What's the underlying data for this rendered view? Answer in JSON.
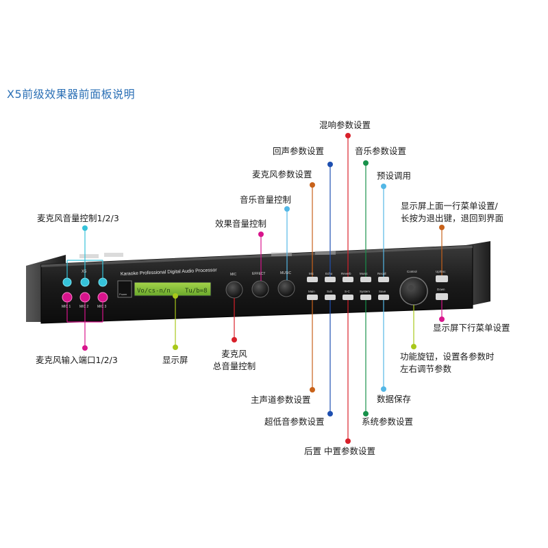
{
  "title": "X5前级效果器前面板说明",
  "colors": {
    "cyan": "#35c2d9",
    "magenta": "#d8148c",
    "blue": "#1e4fb0",
    "red": "#d8202a",
    "green": "#17914a",
    "lightblue": "#53b7e6",
    "orange": "#c8621a",
    "lime": "#a8c81a"
  },
  "device": {
    "model": "X5",
    "header": "Karaoke Professional Digital Audio Processor",
    "power_label": "Power",
    "lcd_left": "Vo/cs-n/n",
    "lcd_right": "Tu/b=8",
    "mic_labels": [
      "MIC 1",
      "MIC 2",
      "MIC 3"
    ],
    "knob_labels": [
      "MIC",
      "EFFECT",
      "MUSIC"
    ],
    "buttons_top": [
      "Mic",
      "Echo",
      "Reverb",
      "Music",
      "Recall"
    ],
    "buttons_bottom": [
      "Main",
      "Sub",
      "S-C",
      "System",
      "Save"
    ],
    "control_label": "Control",
    "up_esc": "Up/Esc",
    "down": "Down"
  },
  "callouts": {
    "reverb": "混响参数设置",
    "echo": "回声参数设置",
    "music_param": "音乐参数设置",
    "mic_param": "麦克风参数设置",
    "preset": "预设调用",
    "music_volume": "音乐音量控制",
    "effect_volume": "效果音量控制",
    "up_menu_line1": "显示屏上面一行菜单设置/",
    "up_menu_line2": "长按为退出键，退回到界面",
    "mic_volume": "麦克风音量控制1/2/3",
    "down_menu": "显示屏下行菜单设置",
    "mic_input": "麦克风输入端口1/2/3",
    "display": "显示屏",
    "mic_master_line1": "麦克风",
    "mic_master_line2": "总音量控制",
    "knob_line1": "功能旋钮，设置各参数时",
    "knob_line2": "左右调节参数",
    "main": "主声道参数设置",
    "save": "数据保存",
    "sub": "超低音参数设置",
    "system": "系统参数设置",
    "sc": "后置 中置参数设置"
  }
}
